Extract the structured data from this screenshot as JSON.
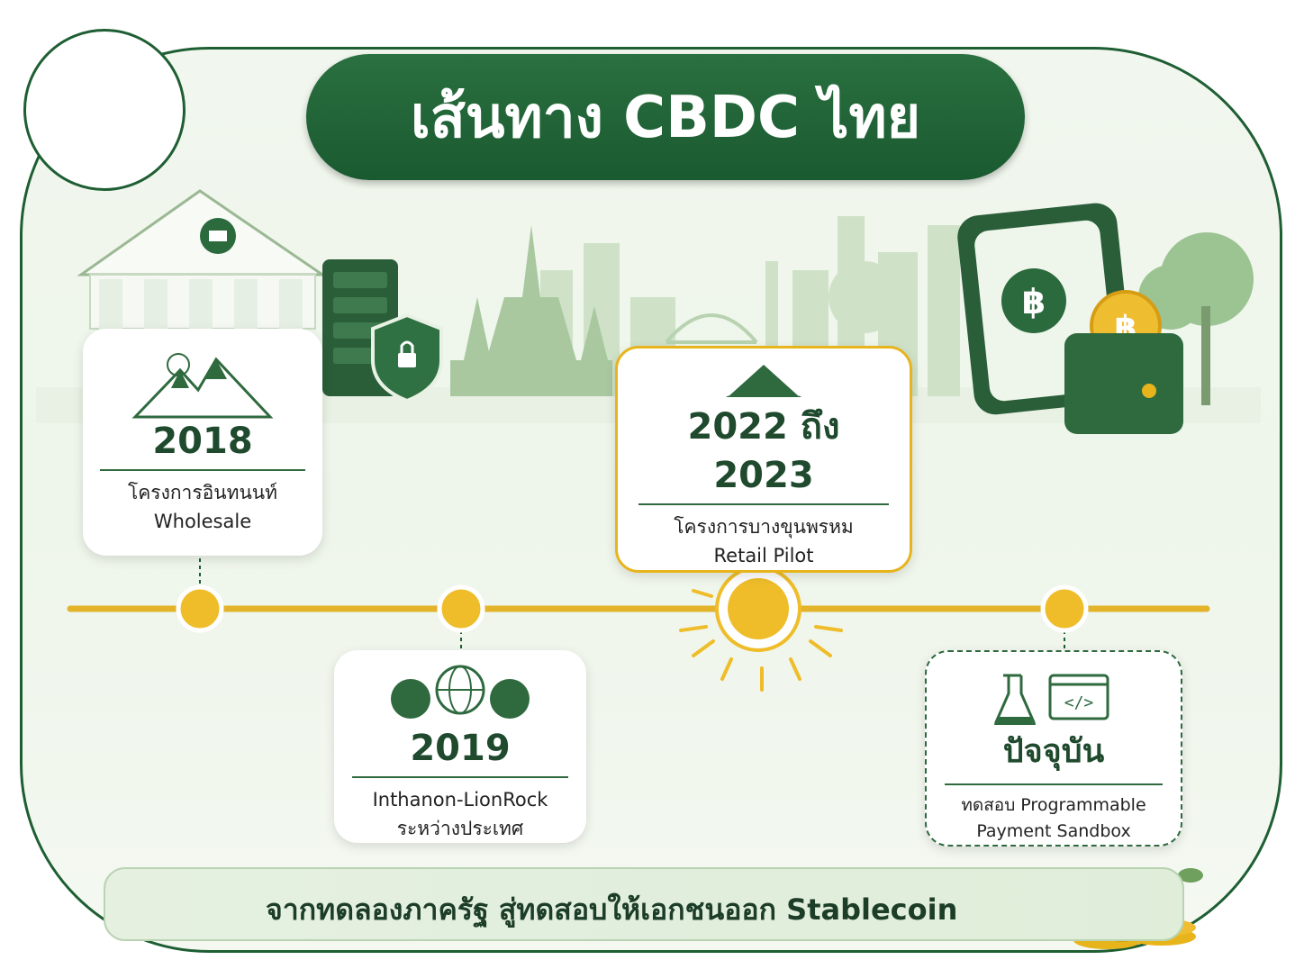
{
  "title": "เส้นทาง CBDC ไทย",
  "colors": {
    "primary_green": "#1e5e33",
    "accent_gold": "#e8b41c",
    "background": "#eef5ea"
  },
  "timeline": [
    {
      "year": "2018",
      "line1": "โครงการอินทนนท์",
      "line2": "Wholesale",
      "icon": "mountain-icon"
    },
    {
      "year": "2019",
      "line1": "Inthanon-LionRock",
      "line2": "ระหว่างประเทศ",
      "icon": "lion-globe-icon"
    },
    {
      "year": "2022 ถึง 2023",
      "line1": "โครงการบางขุนพรหม",
      "line2": "Retail Pilot",
      "icon": "palace-icon",
      "highlighted": true
    },
    {
      "year": "ปัจจุบัน",
      "line1": "ทดสอบ Programmable",
      "line2": "Payment Sandbox",
      "icon": "lab-flask-code-icon"
    }
  ],
  "banner": {
    "text": "จากทดลองภาครัฐ สู่ทดสอบให้เอกชนออก Stablecoin"
  }
}
